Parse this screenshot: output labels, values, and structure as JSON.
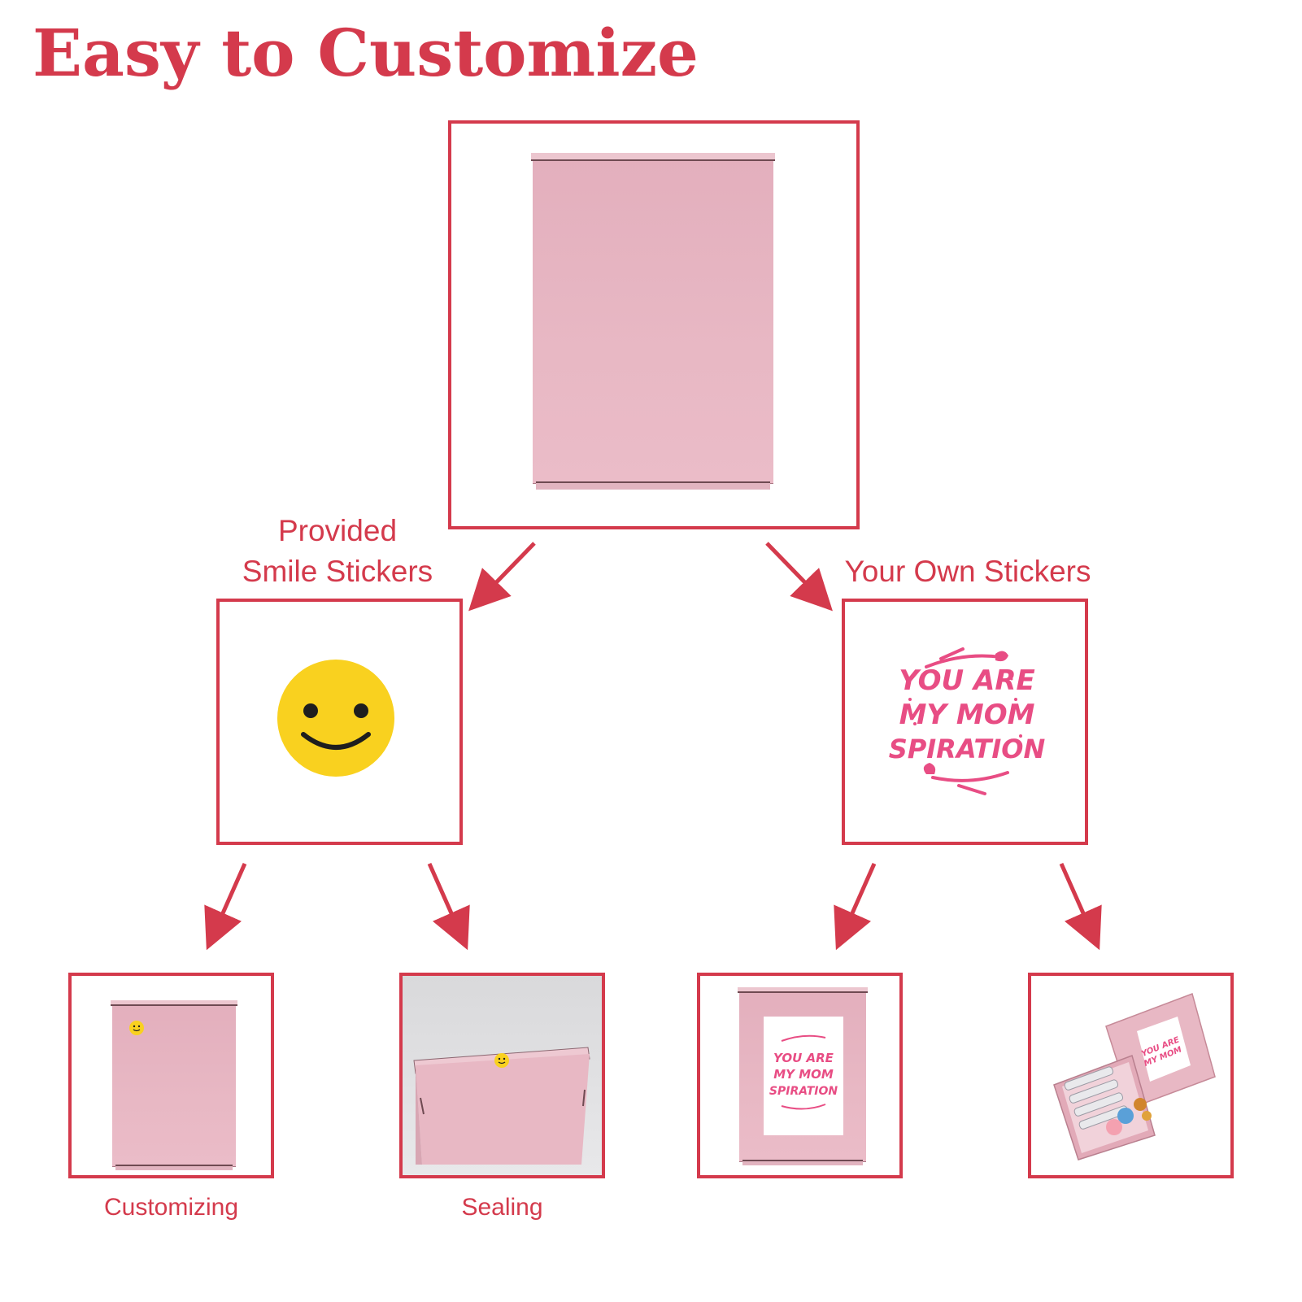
{
  "title": "Easy to Customize",
  "labels": {
    "provided_line1": "Provided",
    "provided_line2": "Smile Stickers",
    "own": "Your Own Stickers",
    "customizing": "Customizing",
    "sealing": "Sealing"
  },
  "sticker_text": {
    "line1": "YOU ARE",
    "line2": "MY MOM",
    "line3": "SPIRATION"
  },
  "colors": {
    "accent": "#d43a4c",
    "box_pink": "#e6b4c1",
    "smiley_yellow": "#f9d11f",
    "sticker_pink": "#e84d84"
  }
}
